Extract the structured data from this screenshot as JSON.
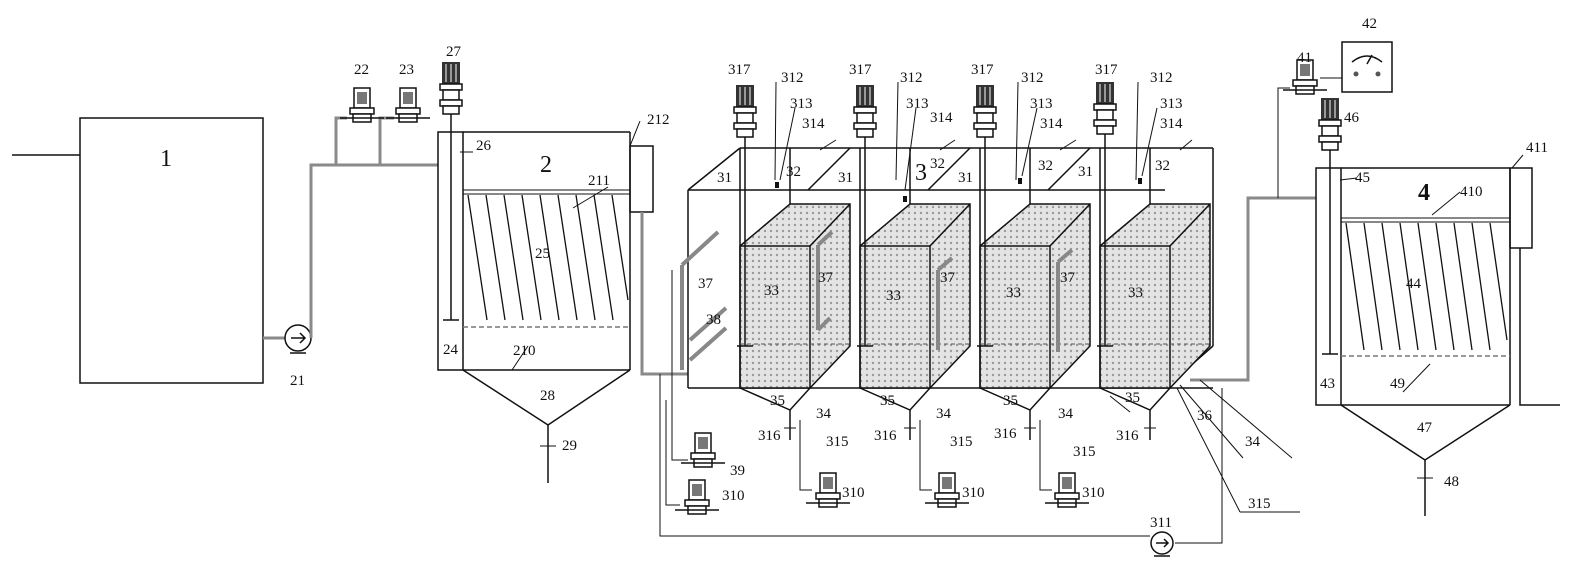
{
  "labels": {
    "unit_1": "1",
    "unit_2": "2",
    "unit_3": "3",
    "unit_4": "4",
    "n21": "21",
    "n22": "22",
    "n23": "23",
    "n24": "24",
    "n25": "25",
    "n26": "26",
    "n27": "27",
    "n28": "28",
    "n29": "29",
    "n210": "210",
    "n211": "211",
    "n212": "212",
    "n31": "31",
    "n32": "32",
    "n33": "33",
    "n34": "34",
    "n35": "35",
    "n36": "36",
    "n37": "37",
    "n38": "38",
    "n39": "39",
    "n310": "310",
    "n311": "311",
    "n312": "312",
    "n313": "313",
    "n314": "314",
    "n315": "315",
    "n316": "316",
    "n317": "317",
    "n41": "41",
    "n42": "42",
    "n43": "43",
    "n44": "44",
    "n45": "45",
    "n46": "46",
    "n47": "47",
    "n48": "48",
    "n49": "49",
    "n410": "410",
    "n411": "411"
  },
  "colors": {
    "line": "#111111",
    "pipe": "#8a8a8a",
    "media_fill": "#d9d9d9",
    "background": "#ffffff"
  }
}
